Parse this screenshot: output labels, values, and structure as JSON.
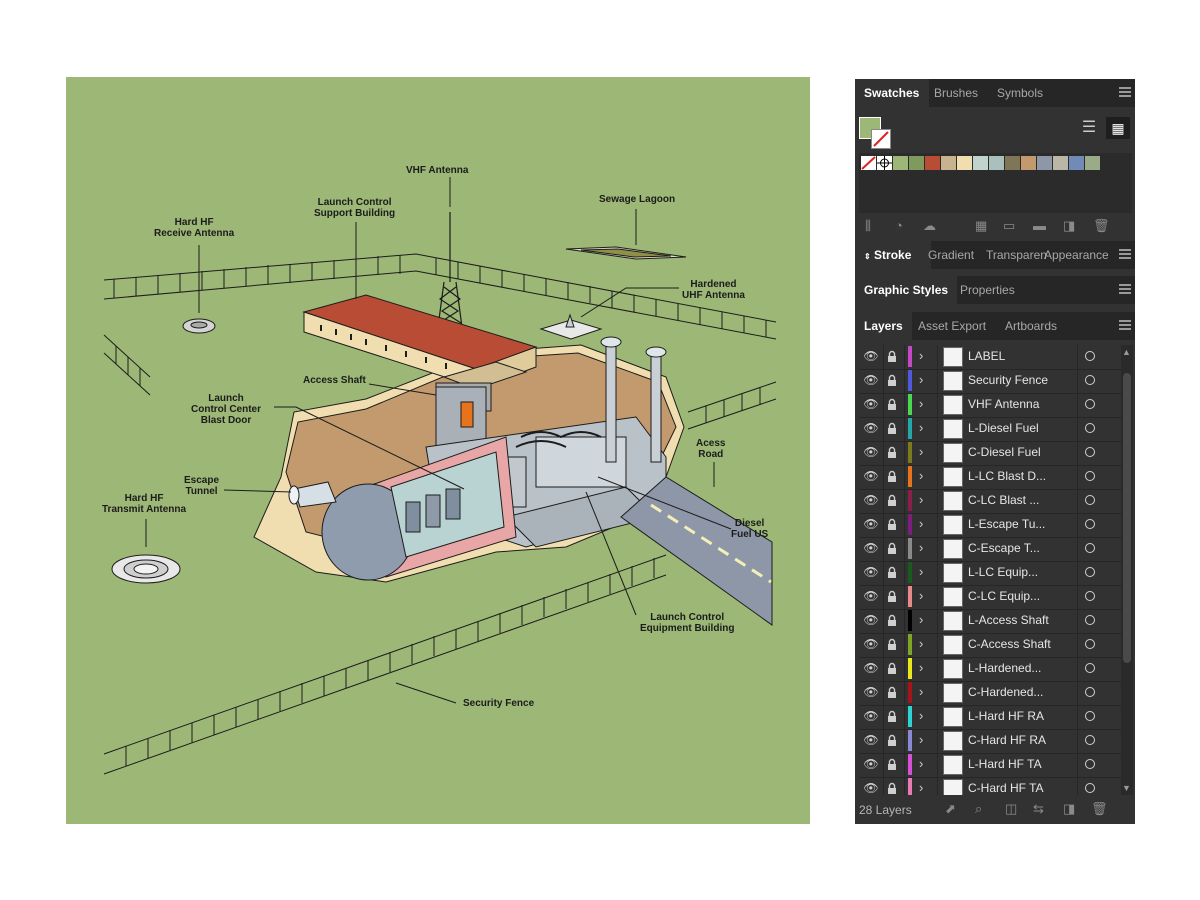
{
  "artboard": {
    "background": "#9cb776",
    "labels": {
      "vhf_antenna": "VHF Antenna",
      "launch_control_support": "Launch Control\nSupport Building",
      "sewage_lagoon": "Sewage Lagoon",
      "hard_hf_receive": "Hard HF\nReceive Antenna",
      "hardened_uhf": "Hardened\nUHF Antenna",
      "access_shaft": "Access Shaft",
      "blast_door": "Launch\nControl Center\nBlast Door",
      "access_road": "Acess\nRoad",
      "escape_tunnel": "Escape\nTunnel",
      "hard_hf_transmit": "Hard HF\nTransmit Antenna",
      "diesel_fuel": "Diesel\nFuel US",
      "equipment_building": "Launch Control\nEquipment Building",
      "security_fence": "Security Fence"
    }
  },
  "swatches_panel": {
    "tabs": [
      "Swatches",
      "Brushes",
      "Symbols"
    ],
    "fill_color": "#9cb776",
    "colors": [
      "#ffffff",
      "#000000",
      "#9cb776",
      "#7f9a5c",
      "#b84c35",
      "#c9b38e",
      "#f0deb0",
      "#c0d4cd",
      "#a9c0bc",
      "#7f7557",
      "#c29a6e",
      "#8e97a8",
      "#bab7a6",
      "#728bb6",
      "#9aab88"
    ]
  },
  "second_panel": {
    "tabs": [
      "Stroke",
      "Gradient",
      "Transparency",
      "Appearance"
    ]
  },
  "third_panel": {
    "tabs": [
      "Graphic Styles",
      "Properties"
    ]
  },
  "layers_panel": {
    "tabs": [
      "Layers",
      "Asset Export",
      "Artboards"
    ],
    "layers": [
      {
        "name": "LABEL",
        "color": "#c449c4"
      },
      {
        "name": "Security Fence",
        "color": "#5059d9"
      },
      {
        "name": "VHF Antenna",
        "color": "#49d84f"
      },
      {
        "name": "L-Diesel Fuel",
        "color": "#23a7a7"
      },
      {
        "name": "C-Diesel Fuel",
        "color": "#7b7b1c"
      },
      {
        "name": "L-LC Blast D...",
        "color": "#e7741c"
      },
      {
        "name": "C-LC Blast ...",
        "color": "#8a1f4a"
      },
      {
        "name": "L-Escape Tu...",
        "color": "#7c1f7c"
      },
      {
        "name": "C-Escape T...",
        "color": "#8a8a8a"
      },
      {
        "name": "L-LC Equip...",
        "color": "#1a5a1f"
      },
      {
        "name": "C-LC Equip...",
        "color": "#e88a8a"
      },
      {
        "name": "L-Access Shaft",
        "color": "#000000"
      },
      {
        "name": "C-Access Shaft",
        "color": "#7ea526"
      },
      {
        "name": "L-Hardened...",
        "color": "#e8e81c"
      },
      {
        "name": "C-Hardened...",
        "color": "#a4141a"
      },
      {
        "name": "L-Hard HF RA",
        "color": "#2ed4d4"
      },
      {
        "name": "C-Hard HF RA",
        "color": "#8a8ad4"
      },
      {
        "name": "L-Hard HF TA",
        "color": "#d84fd8"
      },
      {
        "name": "C-Hard HF TA",
        "color": "#e87ab4"
      }
    ],
    "count_label": "28 Layers"
  }
}
